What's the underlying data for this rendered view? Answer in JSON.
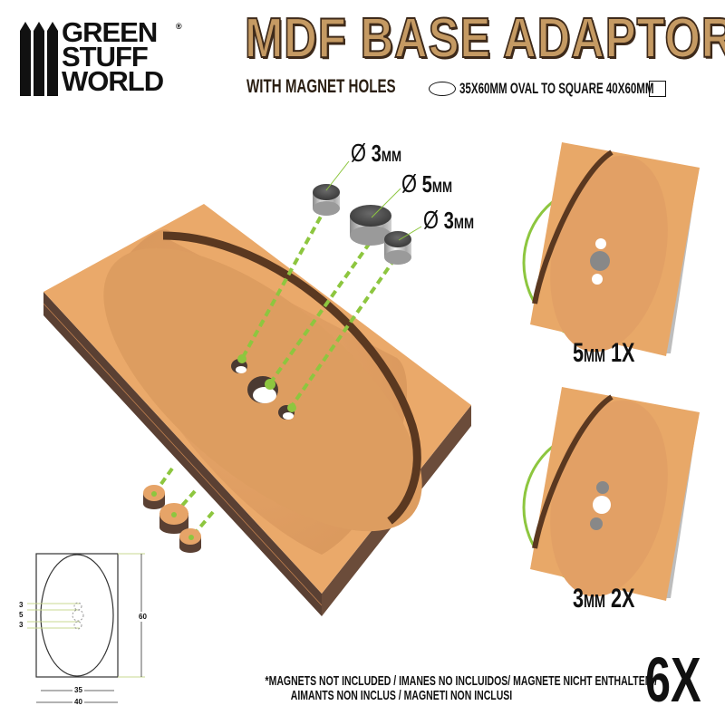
{
  "brand": {
    "lines": [
      "GREEN",
      "STUFF",
      "WORLD"
    ],
    "registered": "®"
  },
  "header": {
    "title": "MDF BASE ADAPTORS",
    "subtitle": "WITH MAGNET HOLES",
    "spec": "35X60MM OVAL TO SQUARE 40X60MM",
    "spec_icons": [
      "oval-shape-icon",
      "square-shape-icon"
    ]
  },
  "magnets": [
    {
      "symbol": "Ø",
      "size": "3",
      "unit": "MM"
    },
    {
      "symbol": "Ø",
      "size": "5",
      "unit": "MM"
    },
    {
      "symbol": "Ø",
      "size": "3",
      "unit": "MM"
    }
  ],
  "variants": [
    {
      "size": "5",
      "unit": "MM",
      "count": "1X"
    },
    {
      "size": "3",
      "unit": "MM",
      "count": "2X"
    }
  ],
  "diagram": {
    "hole_dims": [
      "3",
      "5",
      "3"
    ],
    "height": "60",
    "oval_width": "35",
    "square_width": "40"
  },
  "disclaimer": {
    "line1": "*MAGNETS NOT INCLUDED / IMANES NO INCLUIDOS/ MAGNETE NICHT ENTHALTEN /",
    "line2": "AIMANTS NON INCLUS / MAGNETI NON INCLUSI"
  },
  "quantity": "6X",
  "colors": {
    "mdf": "#e8a868",
    "mdf_dark": "#5a4033",
    "accent_green": "#8dc63f",
    "title_fill": "#c59a63",
    "title_outline": "#3e2a1a",
    "text": "#111111"
  }
}
